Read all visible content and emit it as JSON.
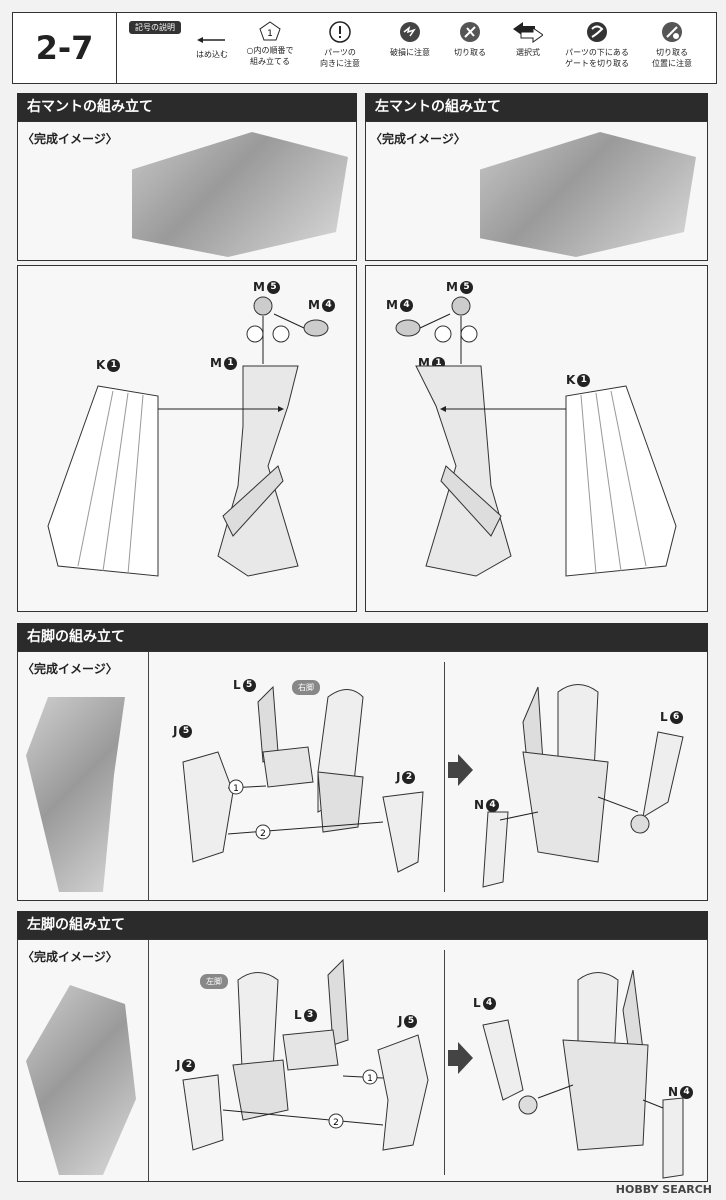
{
  "step_number": "2-7",
  "legend": {
    "title": "記号の説明",
    "items": [
      {
        "icon": "arrow-left-icon",
        "label": "はめ込む"
      },
      {
        "icon": "numbered-pentagon-icon",
        "label": "○内の順番で\n組み立てる",
        "glyph": "1"
      },
      {
        "icon": "exclamation-circle-icon",
        "label": "パーツの\n向きに注意"
      },
      {
        "icon": "damage-warning-icon",
        "label": "破損に注意"
      },
      {
        "icon": "cut-icon",
        "label": "切り取る"
      },
      {
        "icon": "choice-arrows-icon",
        "label": "選択式"
      },
      {
        "icon": "gate-cut-icon",
        "label": "パーツの下にある\nゲートを切り取る"
      },
      {
        "icon": "cut-position-icon",
        "label": "切り取る\n位置に注意"
      }
    ]
  },
  "sections": {
    "right_mantle": {
      "title": "右マントの組み立て",
      "image_label": "〈完成イメージ〉",
      "parts": {
        "m5": "M",
        "m5n": "5",
        "m4": "M",
        "m4n": "4",
        "m1": "M",
        "m1n": "1",
        "k1": "K",
        "k1n": "1"
      }
    },
    "left_mantle": {
      "title": "左マントの組み立て",
      "image_label": "〈完成イメージ〉",
      "parts": {
        "m5": "M",
        "m5n": "5",
        "m4": "M",
        "m4n": "4",
        "m1": "M",
        "m1n": "1",
        "k1": "K",
        "k1n": "1"
      }
    },
    "right_leg": {
      "title": "右脚の組み立て",
      "image_label": "〈完成イメージ〉",
      "tag": "右脚",
      "parts": {
        "l5": "L",
        "l5n": "5",
        "j5": "J",
        "j5n": "5",
        "j2": "J",
        "j2n": "2",
        "l6": "L",
        "l6n": "6",
        "n4": "N",
        "n4n": "4"
      },
      "steps": [
        "1",
        "2"
      ]
    },
    "left_leg": {
      "title": "左脚の組み立て",
      "image_label": "〈完成イメージ〉",
      "tag": "左脚",
      "parts": {
        "l3": "L",
        "l3n": "3",
        "j5": "J",
        "j5n": "5",
        "j2": "J",
        "j2n": "2",
        "l4": "L",
        "l4n": "4",
        "n4": "N",
        "n4n": "4"
      },
      "steps": [
        "1",
        "2"
      ]
    }
  },
  "watermark": "HOBBY SEARCH"
}
